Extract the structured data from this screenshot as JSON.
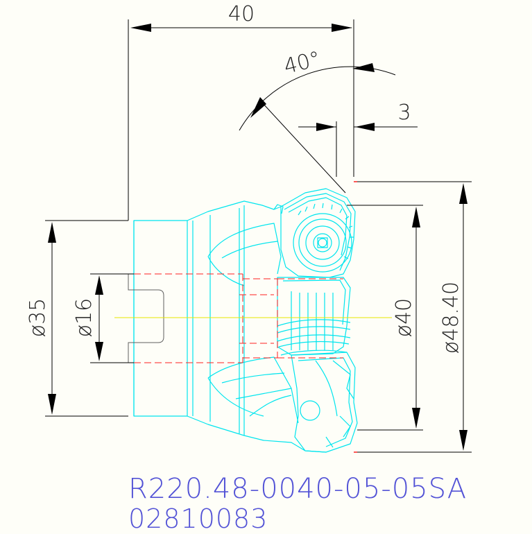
{
  "dimensions": {
    "width_top": "40",
    "angle": "40°",
    "offset": "3",
    "dia_body": "ø35",
    "dia_bore": "ø16",
    "dia_cut": "ø40",
    "dia_max": "ø48.40"
  },
  "caption": {
    "part_number": "R220.48-0040-05-05SA",
    "code": "02810083"
  },
  "colors": {
    "line": "#000000",
    "outline": "#00e5ee",
    "hidden": "#ff2020",
    "center": "#e6e600",
    "caption": "#5252d6"
  }
}
